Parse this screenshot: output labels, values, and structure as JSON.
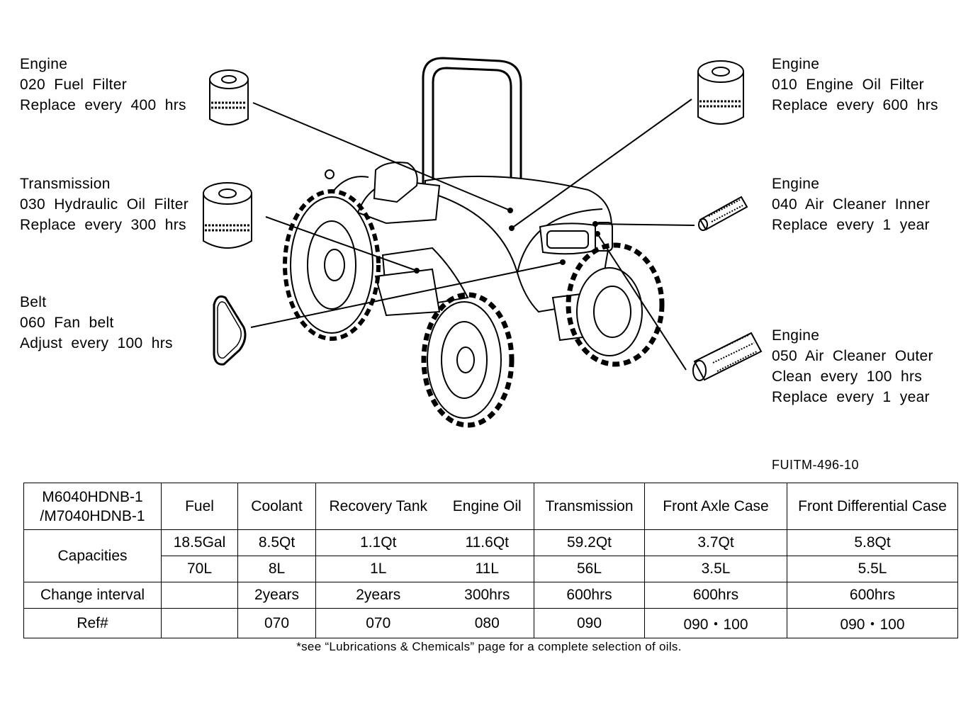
{
  "callouts": {
    "fuel_filter": [
      "Engine",
      "020  Fuel  Filter",
      "Replace  every  400  hrs"
    ],
    "hydraulic_filter": [
      "Transmission",
      "030  Hydraulic  Oil  Filter",
      "Replace  every  300  hrs"
    ],
    "fan_belt": [
      "Belt",
      "060  Fan  belt",
      "Adjust  every  100  hrs"
    ],
    "oil_filter": [
      "Engine",
      "010  Engine  Oil  Filter",
      "Replace  every  600  hrs"
    ],
    "air_inner": [
      "Engine",
      "040  Air  Cleaner  Inner",
      "Replace  every  1  year"
    ],
    "air_outer": [
      "Engine",
      "050  Air  Cleaner  Outer",
      "Clean  every  100  hrs",
      "Replace  every  1  year"
    ]
  },
  "figure_id": "FUITM-496-10",
  "table": {
    "model_line1": "M6040HDNB-1",
    "model_line2": "/M7040HDNB-1",
    "headers": [
      "Fuel",
      "Coolant",
      "Recovery  Tank",
      "Engine  Oil",
      "Transmission",
      "Front  Axle  Case",
      "Front  Differential  Case"
    ],
    "capacities_label": "Capacities",
    "capacities_us": [
      "18.5Gal",
      "8.5Qt",
      "1.1Qt",
      "11.6Qt",
      "59.2Qt",
      "3.7Qt",
      "5.8Qt"
    ],
    "capacities_metric": [
      "70L",
      "8L",
      "1L",
      "11L",
      "56L",
      "3.5L",
      "5.5L"
    ],
    "interval_label": "Change  interval",
    "intervals": [
      "",
      "2years",
      "2years",
      "300hrs",
      "600hrs",
      "600hrs",
      "600hrs"
    ],
    "ref_label": "Ref#",
    "refs": [
      "",
      "070",
      "070",
      "080",
      "090",
      "090・100",
      "090・100"
    ]
  },
  "footnote": "*see “Lubrications & Chemicals” page for a complete selection of oils."
}
